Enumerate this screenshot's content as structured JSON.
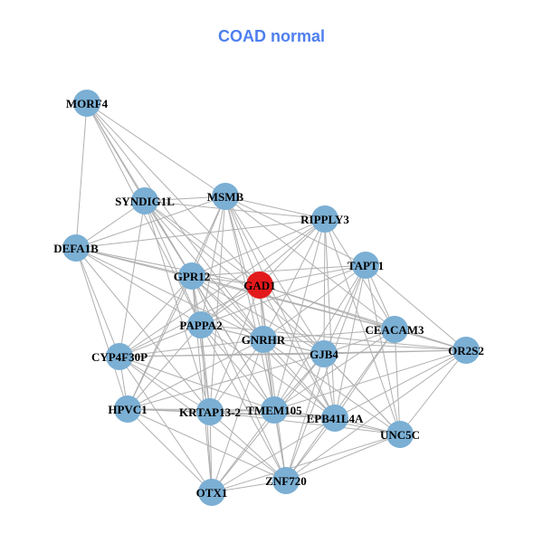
{
  "title": "COAD normal",
  "colors": {
    "node": "#7bafd4",
    "highlight": "#e31a1c",
    "edge": "#b0b0b0",
    "title": "#4f7fef"
  },
  "nodes": [
    {
      "id": "MORF4"
    },
    {
      "id": "SYNDIG1L"
    },
    {
      "id": "MSMB"
    },
    {
      "id": "RIPPLY3"
    },
    {
      "id": "DEFA1B"
    },
    {
      "id": "TAPT1"
    },
    {
      "id": "GPR12"
    },
    {
      "id": "GAD1",
      "highlight": true
    },
    {
      "id": "PAPPA2"
    },
    {
      "id": "GNRHR"
    },
    {
      "id": "CEACAM3"
    },
    {
      "id": "GJB4"
    },
    {
      "id": "OR2S2"
    },
    {
      "id": "CYP4F30P"
    },
    {
      "id": "HPVC1"
    },
    {
      "id": "KRTAP13-2"
    },
    {
      "id": "TMEM105"
    },
    {
      "id": "EPB41L4A"
    },
    {
      "id": "UNC5C"
    },
    {
      "id": "ZNF720"
    },
    {
      "id": "OTX1"
    }
  ],
  "edges": [
    [
      "MORF4",
      "DEFA1B"
    ],
    [
      "MORF4",
      "SYNDIG1L"
    ],
    [
      "MORF4",
      "MSMB"
    ],
    [
      "MORF4",
      "GPR12"
    ],
    [
      "MORF4",
      "PAPPA2"
    ],
    [
      "MORF4",
      "GAD1"
    ],
    [
      "MORF4",
      "GNRHR"
    ],
    [
      "SYNDIG1L",
      "MSMB"
    ],
    [
      "SYNDIG1L",
      "DEFA1B"
    ],
    [
      "SYNDIG1L",
      "RIPPLY3"
    ],
    [
      "SYNDIG1L",
      "GPR12"
    ],
    [
      "SYNDIG1L",
      "GAD1"
    ],
    [
      "SYNDIG1L",
      "PAPPA2"
    ],
    [
      "SYNDIG1L",
      "GNRHR"
    ],
    [
      "SYNDIG1L",
      "CYP4F30P"
    ],
    [
      "SYNDIG1L",
      "KRTAP13-2"
    ],
    [
      "SYNDIG1L",
      "GJB4"
    ],
    [
      "SYNDIG1L",
      "TMEM105"
    ],
    [
      "MSMB",
      "RIPPLY3"
    ],
    [
      "MSMB",
      "DEFA1B"
    ],
    [
      "MSMB",
      "TAPT1"
    ],
    [
      "MSMB",
      "GPR12"
    ],
    [
      "MSMB",
      "GAD1"
    ],
    [
      "MSMB",
      "PAPPA2"
    ],
    [
      "MSMB",
      "GNRHR"
    ],
    [
      "MSMB",
      "CEACAM3"
    ],
    [
      "MSMB",
      "GJB4"
    ],
    [
      "MSMB",
      "TMEM105"
    ],
    [
      "MSMB",
      "EPB41L4A"
    ],
    [
      "MSMB",
      "HPVC1"
    ],
    [
      "MSMB",
      "KRTAP13-2"
    ],
    [
      "RIPPLY3",
      "DEFA1B"
    ],
    [
      "RIPPLY3",
      "GPR12"
    ],
    [
      "RIPPLY3",
      "GAD1"
    ],
    [
      "RIPPLY3",
      "PAPPA2"
    ],
    [
      "RIPPLY3",
      "GNRHR"
    ],
    [
      "RIPPLY3",
      "GJB4"
    ],
    [
      "RIPPLY3",
      "CEACAM3"
    ],
    [
      "RIPPLY3",
      "EPB41L4A"
    ],
    [
      "RIPPLY3",
      "UNC5C"
    ],
    [
      "RIPPLY3",
      "CYP4F30P"
    ],
    [
      "RIPPLY3",
      "TMEM105"
    ],
    [
      "DEFA1B",
      "GPR12"
    ],
    [
      "DEFA1B",
      "GAD1"
    ],
    [
      "DEFA1B",
      "PAPPA2"
    ],
    [
      "DEFA1B",
      "CYP4F30P"
    ],
    [
      "DEFA1B",
      "HPVC1"
    ],
    [
      "DEFA1B",
      "GNRHR"
    ],
    [
      "DEFA1B",
      "KRTAP13-2"
    ],
    [
      "DEFA1B",
      "CEACAM3"
    ],
    [
      "TAPT1",
      "GAD1"
    ],
    [
      "TAPT1",
      "GPR12"
    ],
    [
      "TAPT1",
      "GNRHR"
    ],
    [
      "TAPT1",
      "GJB4"
    ],
    [
      "TAPT1",
      "CEACAM3"
    ],
    [
      "TAPT1",
      "OR2S2"
    ],
    [
      "TAPT1",
      "EPB41L4A"
    ],
    [
      "TAPT1",
      "UNC5C"
    ],
    [
      "TAPT1",
      "TMEM105"
    ],
    [
      "TAPT1",
      "PAPPA2"
    ],
    [
      "TAPT1",
      "ZNF720"
    ],
    [
      "GPR12",
      "GAD1"
    ],
    [
      "GPR12",
      "PAPPA2"
    ],
    [
      "GPR12",
      "GNRHR"
    ],
    [
      "GPR12",
      "CYP4F30P"
    ],
    [
      "GPR12",
      "HPVC1"
    ],
    [
      "GPR12",
      "KRTAP13-2"
    ],
    [
      "GPR12",
      "TMEM105"
    ],
    [
      "GPR12",
      "GJB4"
    ],
    [
      "GPR12",
      "CEACAM3"
    ],
    [
      "GPR12",
      "EPB41L4A"
    ],
    [
      "GPR12",
      "OTX1"
    ],
    [
      "GPR12",
      "ZNF720"
    ],
    [
      "GAD1",
      "PAPPA2"
    ],
    [
      "GAD1",
      "GNRHR"
    ],
    [
      "GAD1",
      "CEACAM3"
    ],
    [
      "GAD1",
      "GJB4"
    ],
    [
      "GAD1",
      "OR2S2"
    ],
    [
      "GAD1",
      "TMEM105"
    ],
    [
      "GAD1",
      "EPB41L4A"
    ],
    [
      "GAD1",
      "KRTAP13-2"
    ],
    [
      "GAD1",
      "CYP4F30P"
    ],
    [
      "GAD1",
      "ZNF720"
    ],
    [
      "GAD1",
      "UNC5C"
    ],
    [
      "PAPPA2",
      "GNRHR"
    ],
    [
      "PAPPA2",
      "CYP4F30P"
    ],
    [
      "PAPPA2",
      "HPVC1"
    ],
    [
      "PAPPA2",
      "KRTAP13-2"
    ],
    [
      "PAPPA2",
      "TMEM105"
    ],
    [
      "PAPPA2",
      "GJB4"
    ],
    [
      "PAPPA2",
      "OTX1"
    ],
    [
      "PAPPA2",
      "ZNF720"
    ],
    [
      "PAPPA2",
      "EPB41L4A"
    ],
    [
      "PAPPA2",
      "OR2S2"
    ],
    [
      "GNRHR",
      "GJB4"
    ],
    [
      "GNRHR",
      "CEACAM3"
    ],
    [
      "GNRHR",
      "TMEM105"
    ],
    [
      "GNRHR",
      "EPB41L4A"
    ],
    [
      "GNRHR",
      "KRTAP13-2"
    ],
    [
      "GNRHR",
      "HPVC1"
    ],
    [
      "GNRHR",
      "CYP4F30P"
    ],
    [
      "GNRHR",
      "ZNF720"
    ],
    [
      "GNRHR",
      "OTX1"
    ],
    [
      "GNRHR",
      "UNC5C"
    ],
    [
      "GNRHR",
      "OR2S2"
    ],
    [
      "CEACAM3",
      "GJB4"
    ],
    [
      "CEACAM3",
      "OR2S2"
    ],
    [
      "CEACAM3",
      "EPB41L4A"
    ],
    [
      "CEACAM3",
      "UNC5C"
    ],
    [
      "CEACAM3",
      "TMEM105"
    ],
    [
      "CEACAM3",
      "ZNF720"
    ],
    [
      "GJB4",
      "OR2S2"
    ],
    [
      "GJB4",
      "EPB41L4A"
    ],
    [
      "GJB4",
      "UNC5C"
    ],
    [
      "GJB4",
      "TMEM105"
    ],
    [
      "GJB4",
      "ZNF720"
    ],
    [
      "GJB4",
      "CYP4F30P"
    ],
    [
      "GJB4",
      "HPVC1"
    ],
    [
      "GJB4",
      "OTX1"
    ],
    [
      "OR2S2",
      "EPB41L4A"
    ],
    [
      "OR2S2",
      "UNC5C"
    ],
    [
      "OR2S2",
      "TMEM105"
    ],
    [
      "OR2S2",
      "ZNF720"
    ],
    [
      "OR2S2",
      "CYP4F30P"
    ],
    [
      "CYP4F30P",
      "HPVC1"
    ],
    [
      "CYP4F30P",
      "KRTAP13-2"
    ],
    [
      "CYP4F30P",
      "TMEM105"
    ],
    [
      "CYP4F30P",
      "OTX1"
    ],
    [
      "CYP4F30P",
      "ZNF720"
    ],
    [
      "HPVC1",
      "KRTAP13-2"
    ],
    [
      "HPVC1",
      "TMEM105"
    ],
    [
      "HPVC1",
      "OTX1"
    ],
    [
      "HPVC1",
      "ZNF720"
    ],
    [
      "HPVC1",
      "EPB41L4A"
    ],
    [
      "KRTAP13-2",
      "TMEM105"
    ],
    [
      "KRTAP13-2",
      "OTX1"
    ],
    [
      "KRTAP13-2",
      "ZNF720"
    ],
    [
      "KRTAP13-2",
      "EPB41L4A"
    ],
    [
      "KRTAP13-2",
      "UNC5C"
    ],
    [
      "TMEM105",
      "EPB41L4A"
    ],
    [
      "TMEM105",
      "UNC5C"
    ],
    [
      "TMEM105",
      "ZNF720"
    ],
    [
      "TMEM105",
      "OTX1"
    ],
    [
      "EPB41L4A",
      "UNC5C"
    ],
    [
      "EPB41L4A",
      "ZNF720"
    ],
    [
      "EPB41L4A",
      "OTX1"
    ],
    [
      "UNC5C",
      "ZNF720"
    ],
    [
      "UNC5C",
      "OTX1"
    ],
    [
      "ZNF720",
      "OTX1"
    ]
  ]
}
